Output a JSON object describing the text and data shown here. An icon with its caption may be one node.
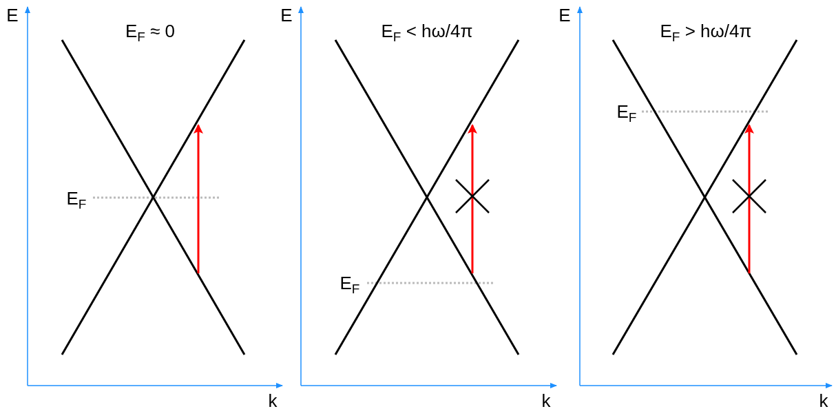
{
  "diagram": {
    "labels": [
      "E",
      "E$_{F}$ ≈ 0",
      "E",
      "E$_{F}$ < hω/4π",
      "E",
      "E$_{F}$ > hω/4π",
      "E$_{F}$",
      "E$_{F}$",
      "E$_{F}$",
      "k",
      "k",
      "k"
    ]
  }
}
